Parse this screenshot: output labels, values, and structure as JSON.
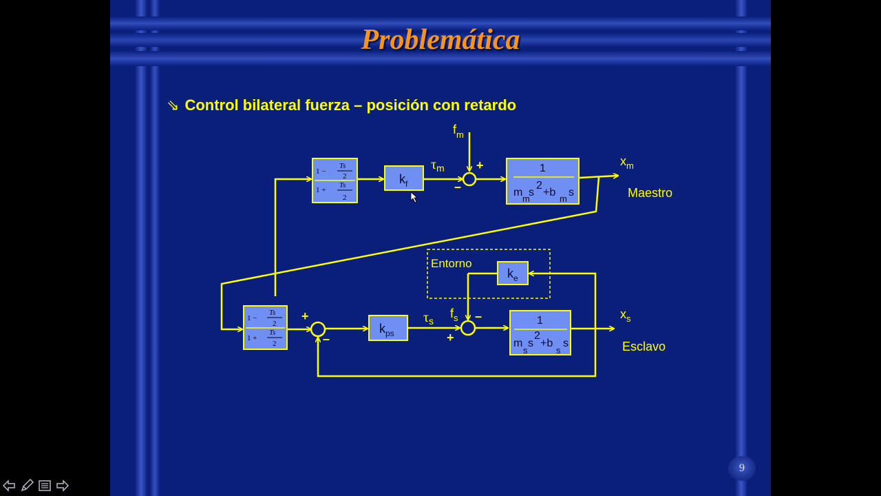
{
  "slide": {
    "title": "Problemática",
    "bullet": "Control bilateral fuerza – posición con retardo",
    "page_number": "9"
  },
  "diagram": {
    "colors": {
      "line": "#ffff00",
      "block_fill": "#6f8ff2",
      "background": "#0a1f7a"
    },
    "labels": {
      "fm_base": "f",
      "fm_sub": "m",
      "tau_m": "τ",
      "tau_m_sub": "m",
      "kf_base": "k",
      "kf_sub": "f",
      "plus": "+",
      "minus": "–",
      "one": "1",
      "m_letter": "m",
      "s_letter": "s",
      "b_letter": "b",
      "plus_b": "+b",
      "sq": "2",
      "xm_base": "x",
      "xm_sub": "m",
      "maestro": "Maestro",
      "entorno": "Entorno",
      "ke_base": "k",
      "ke_sub": "e",
      "kps_base": "k",
      "kps_sub": "ps",
      "tau_s": "τ",
      "tau_s_sub": "s",
      "fs_base": "f",
      "fs_sub": "s",
      "xs_base": "x",
      "xs_sub": "s",
      "esclavo": "Esclavo",
      "pade_num_1": "1 −",
      "pade_den_1": "1 +",
      "pade_Ts": "Ts",
      "pade_2": "2"
    }
  },
  "nav": [
    "previous-icon",
    "pen-icon",
    "menu-icon",
    "next-icon"
  ]
}
